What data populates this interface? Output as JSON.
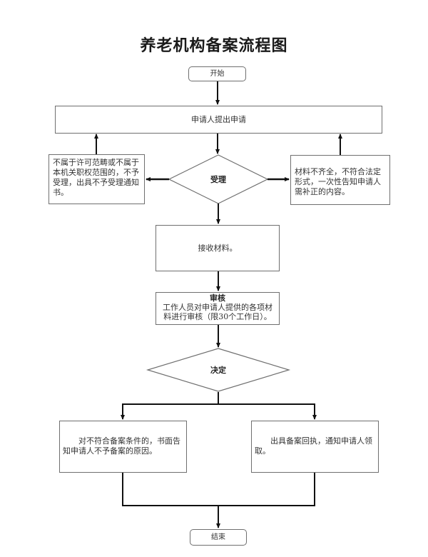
{
  "title": "养老机构备案流程图",
  "nodes": {
    "start": "开始",
    "apply": "申请人提出申请",
    "accept_decision": "受理",
    "reject_left": "不属于许可范畴或不属于本机关职权范围的，不予受理，出具不予受理通知书。",
    "incomplete_right": "材料不齐全，不符合法定形式，一次性告知申请人需补正的内容。",
    "receive": "接收材料。",
    "review_title": "审核",
    "review_body": "工作人员对申请人提供的各项材料进行审核（限30个工作日）。",
    "decide": "决定",
    "not_filed": "对不符合备案条件的，书面告知申请人不予备案的原因。",
    "filed": "出具备案回执，通知申请人领取。",
    "end": "结束"
  },
  "colors": {
    "line": "#111111",
    "border": "#6f6f6f",
    "text": "#333333"
  }
}
